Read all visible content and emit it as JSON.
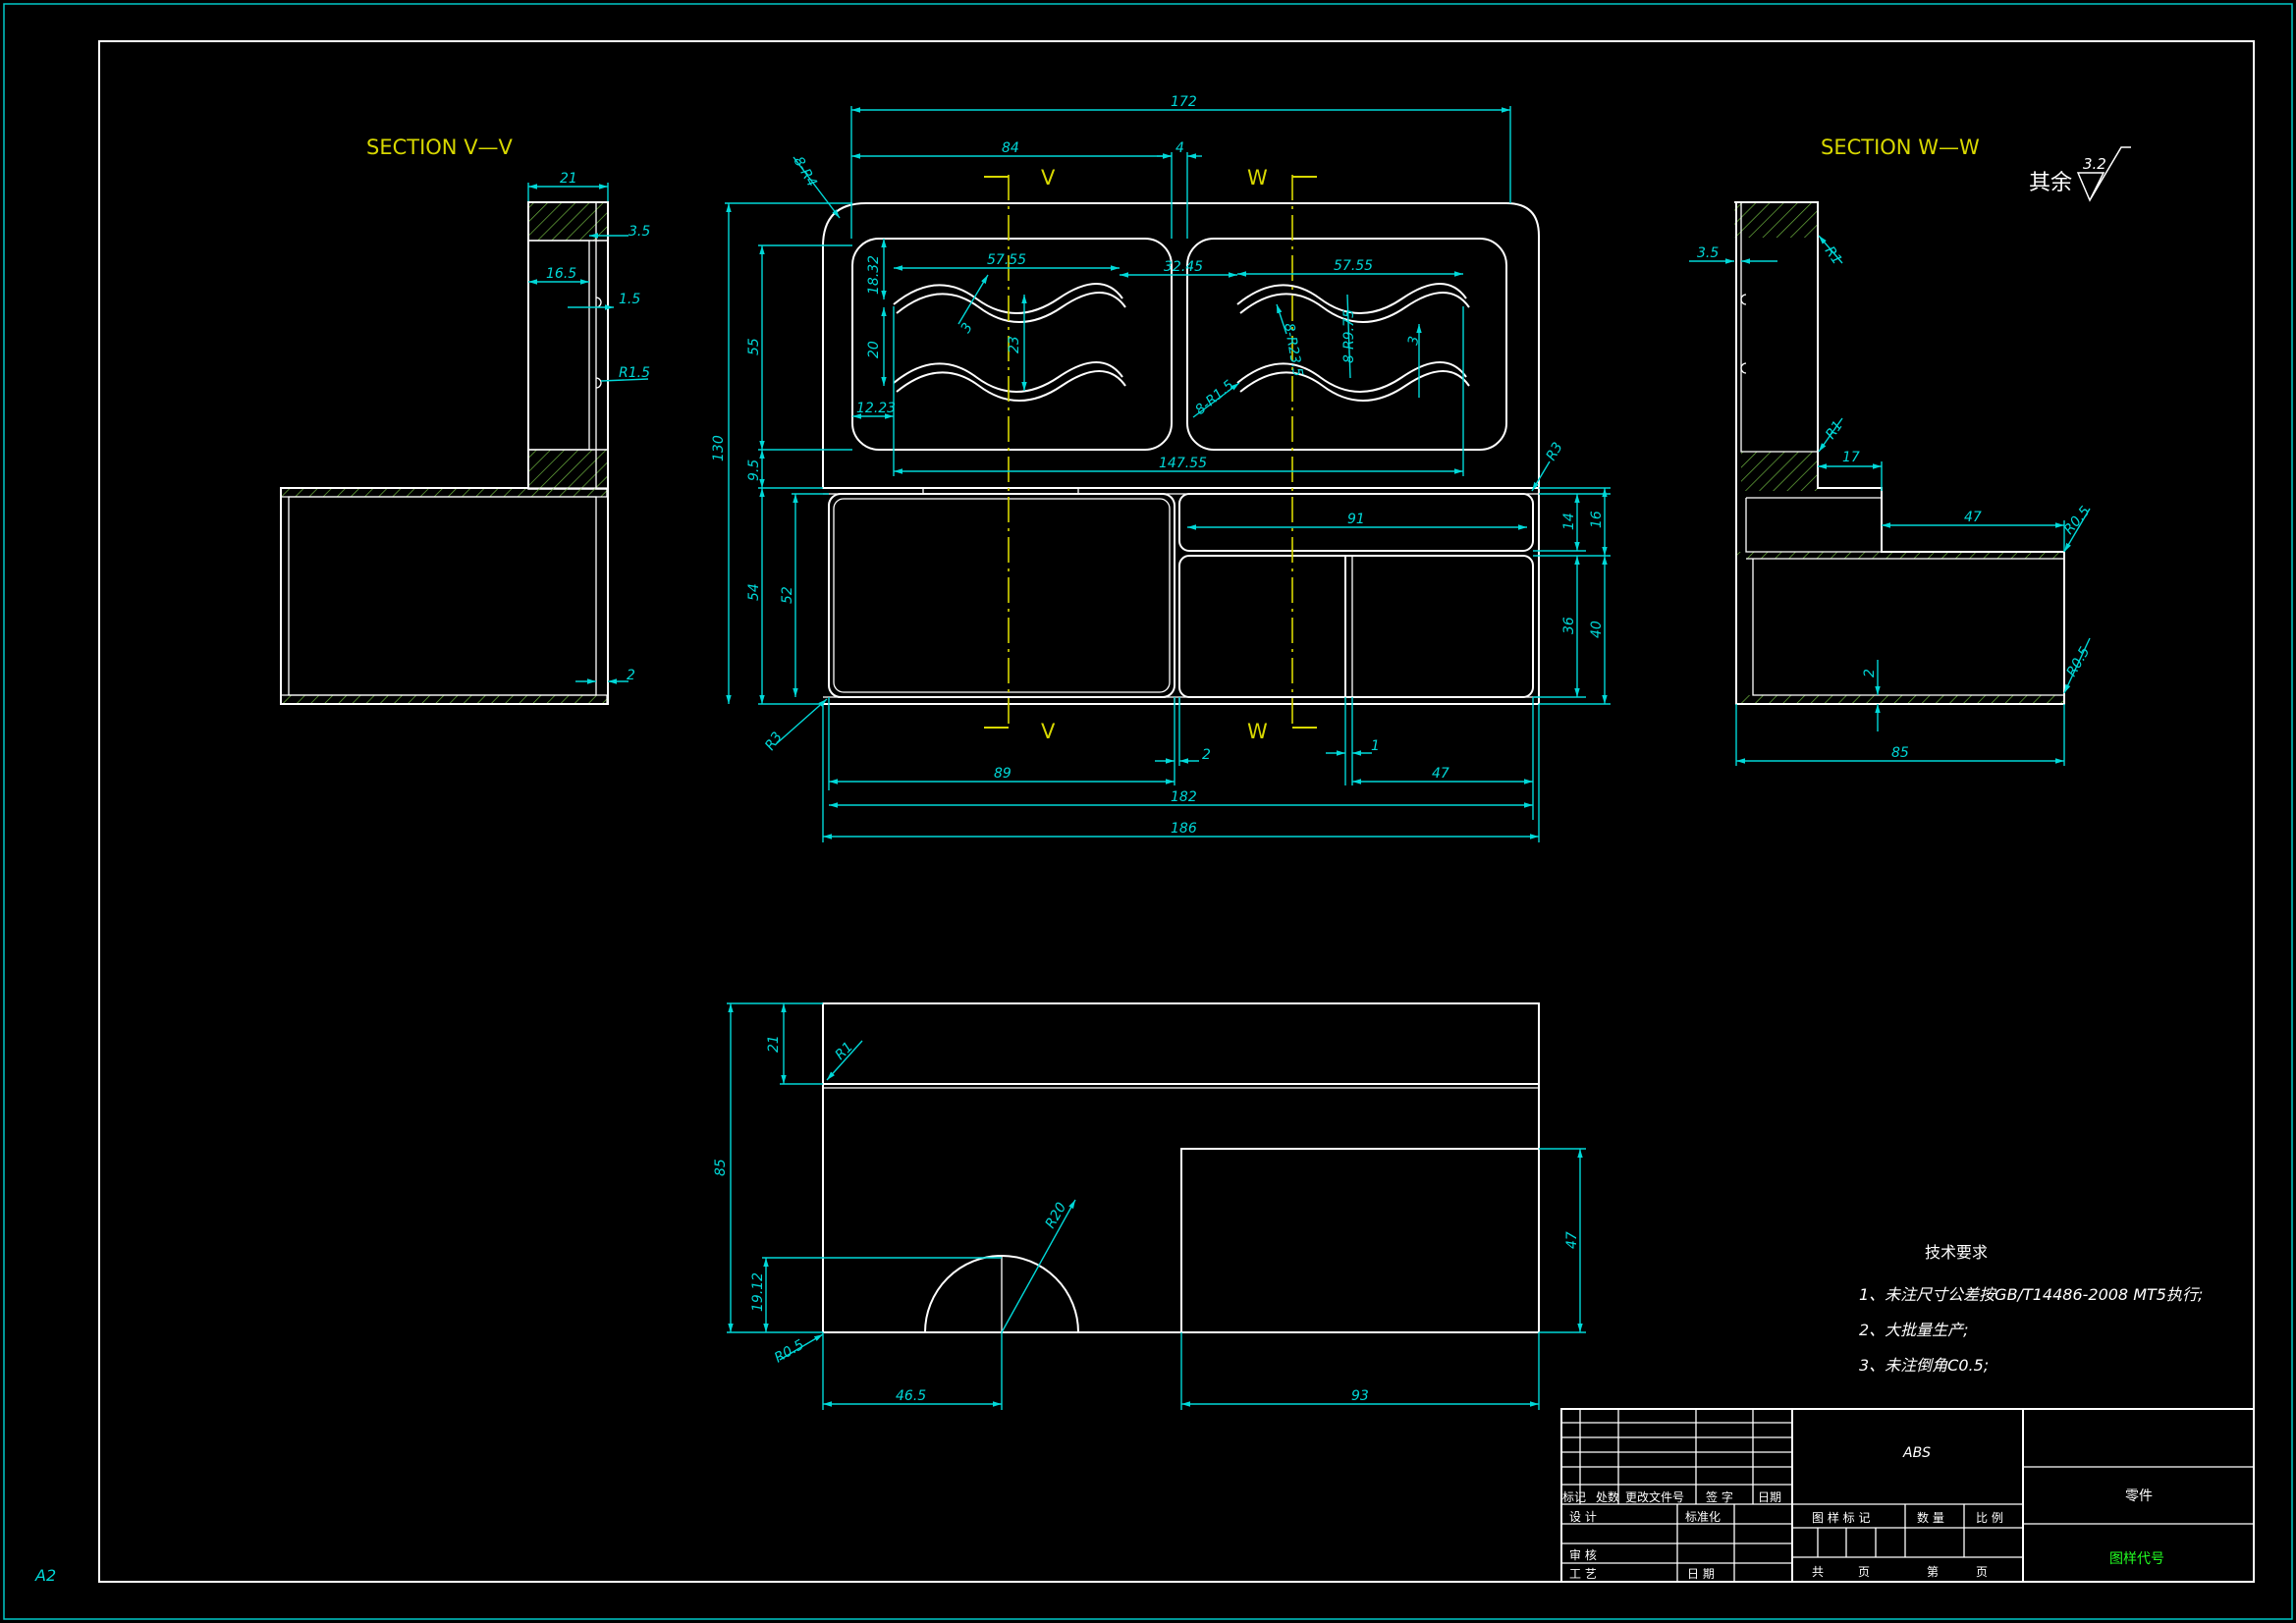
{
  "sheet": {
    "size_label": "A2"
  },
  "section_labels": {
    "vv": "SECTION V—V",
    "ww": "SECTION W—W"
  },
  "cut_markers": {
    "v": "V",
    "w": "W"
  },
  "roughness": {
    "prefix": "其余",
    "value": "3.2"
  },
  "colors": {
    "background": "#000000",
    "outline": "#ffffff",
    "dimension": "#00d8d8",
    "centerline": "#d8d800",
    "hatch": "#6db33f",
    "title_green": "#22ff22"
  },
  "top_view_dims": {
    "overall_top": "172",
    "left_top": "84",
    "gap_top": "4",
    "radius_outer": "8-R4",
    "slot_len_left": "57.55",
    "slot_len_right": "57.55",
    "slot_gap": "32.45",
    "slot_pitch_h": "18.32",
    "slot_spacing": "20",
    "slot_width_left": "3",
    "slot_width_right": "3",
    "slot_height": "23",
    "slot_radius_center": "8-R23.5",
    "slot_radius_outer": "8-R9.75",
    "slot_radius_end": "8-R1.5",
    "slot_offset": "12.23",
    "slot_total": "147.55",
    "height_55": "55",
    "height_130": "130",
    "height_95": "9.5",
    "radius_r3_top": "R3",
    "height_54": "54",
    "height_52": "52",
    "width_91": "91",
    "height_14": "14",
    "height_16": "16",
    "height_36": "36",
    "height_40": "40",
    "radius_r3_bottom": "R3",
    "width_89": "89",
    "gap_2": "2",
    "gap_1": "1",
    "width_47": "47",
    "width_182": "182",
    "width_186": "186"
  },
  "section_vv_dims": {
    "top_21": "21",
    "wall_35": "3.5",
    "depth_165": "16.5",
    "offset_15": "1.5",
    "radius_15": "R1.5",
    "bottom_2": "2"
  },
  "section_ww_dims": {
    "wall_35": "3.5",
    "radius_r1_top": "R1",
    "radius_r1_mid": "R1",
    "step_17": "17",
    "step_47": "47",
    "radius_r05_top": "R0.5",
    "radius_r05_bottom": "R0.5",
    "bottom_2": "2",
    "width_85": "85"
  },
  "front_view_dims": {
    "top_21": "21",
    "radius_r1": "R1",
    "height_85": "85",
    "radius_r20": "R20",
    "height_1912": "19.12",
    "radius_r05": "R0.5",
    "width_465": "46.5",
    "width_93": "93",
    "height_47": "47"
  },
  "technical_requirements": {
    "title": "技术要求",
    "items": [
      "1、未注尺寸公差按GB/T14486-2008 MT5执行;",
      "2、大批量生产;",
      "3、未注倒角C0.5;"
    ]
  },
  "title_block": {
    "material": "ABS",
    "part_name": "零件",
    "drawing_number": "图样代号",
    "headers": [
      "标记",
      "处数",
      "更改文件号",
      "签 字",
      "日期"
    ],
    "design": "设 计",
    "standardization": "标准化",
    "check": "审 核",
    "process": "工 艺",
    "date": "日 期",
    "drawing_mark": "图 样 标 记",
    "quantity": "数 量",
    "scale": "比 例",
    "total": "共",
    "sheet_unit": "页",
    "sheet": "第",
    "page": "页"
  }
}
